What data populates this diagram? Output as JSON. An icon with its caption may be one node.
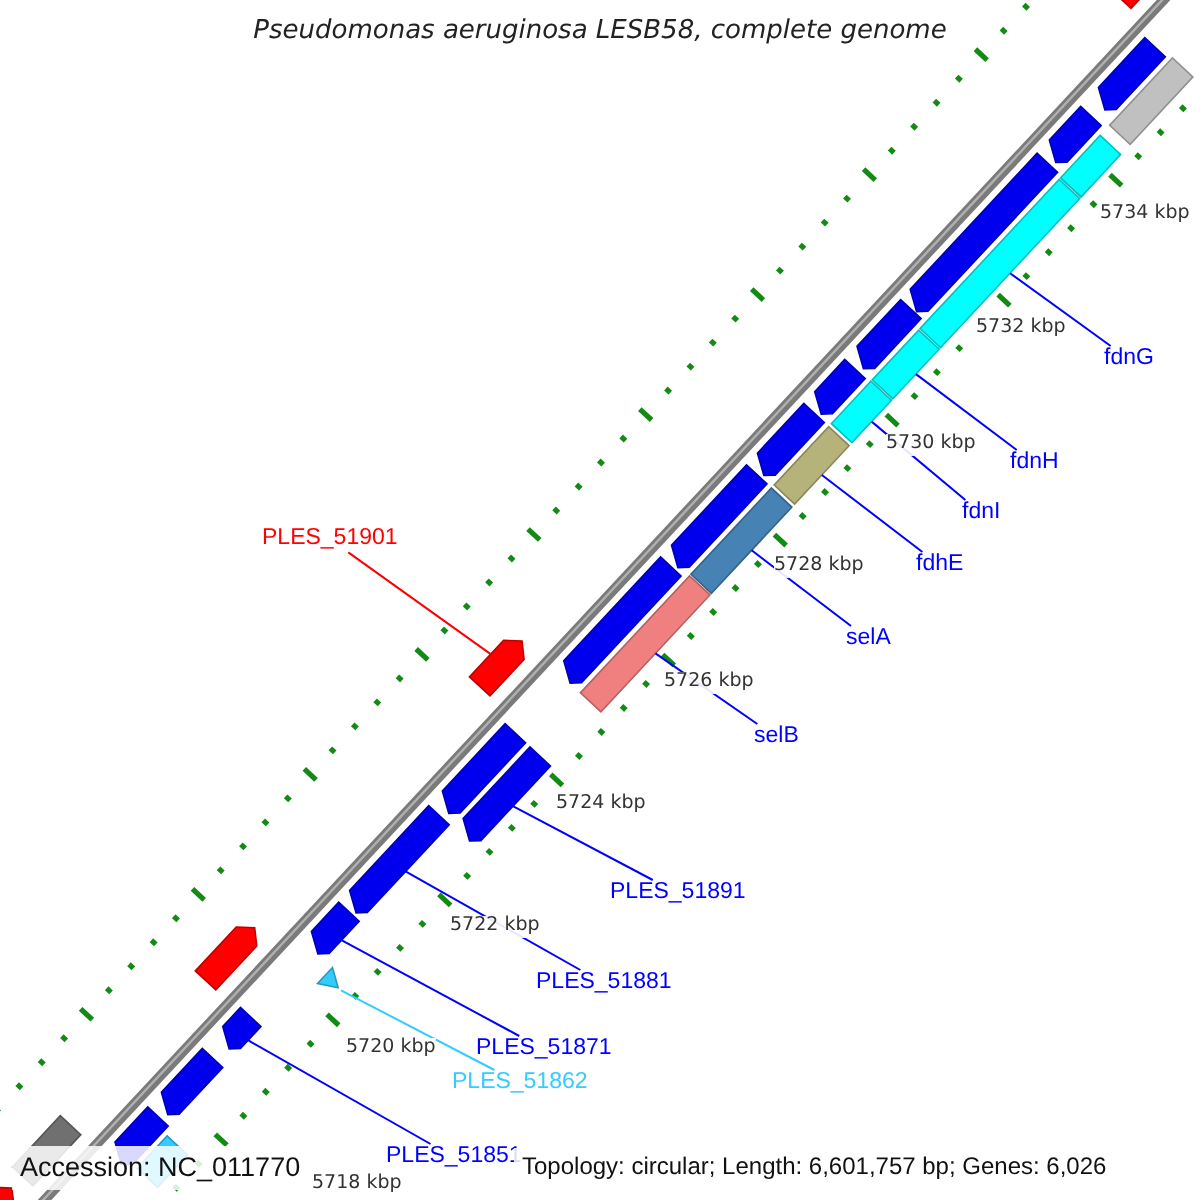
{
  "diagram": {
    "title": "Pseudomonas aeruginosa LESB58, complete genome",
    "nodes": [
      {
        "text": [
          "fdnG"
        ]
      },
      {
        "text": [
          "fdnH"
        ]
      },
      {
        "text": [
          "fdnI"
        ]
      },
      {
        "text": [
          "PLES_51901"
        ]
      },
      {
        "text": [
          "fdhE"
        ]
      },
      {
        "text": [
          "selA"
        ]
      },
      {
        "text": [
          "selB"
        ]
      },
      {
        "text": [
          "PLES_51891"
        ]
      },
      {
        "text": [
          "PLES_51881"
        ]
      },
      {
        "text": [
          "PLES_51871"
        ]
      },
      {
        "text": [
          "PLES_51862"
        ]
      },
      {
        "text": [
          "PLES_51851"
        ]
      },
      {
        "text": [],
        "shape": "pentagon"
      },
      {
        "text": [],
        "shape": "pentagon"
      },
      {
        "text": [],
        "shape": "bar"
      },
      {
        "text": [],
        "shape": "pentagon"
      },
      {
        "text": [],
        "shape": "bar"
      },
      {
        "text": [],
        "shape": "pentagon"
      },
      {
        "text": [],
        "shape": "bar"
      },
      {
        "text": [],
        "shape": "pentagon"
      },
      {
        "text": [],
        "shape": "bar"
      },
      {
        "text": [],
        "shape": "pentagon"
      },
      {
        "text": [],
        "shape": "bar"
      },
      {
        "text": [],
        "shape": "pentagon"
      },
      {
        "text": [],
        "shape": "bar"
      },
      {
        "text": [],
        "shape": "pentagon"
      },
      {
        "text": [],
        "shape": "bar"
      },
      {
        "text": [],
        "shape": "pentagon"
      },
      {
        "text": [],
        "shape": "bar"
      },
      {
        "text": [],
        "shape": "pentagon"
      },
      {
        "text": [],
        "shape": "pentagon"
      },
      {
        "text": [],
        "shape": "pentagon"
      },
      {
        "text": [],
        "shape": "pentagon"
      },
      {
        "text": [],
        "shape": "pentagon"
      },
      {
        "text": [],
        "shape": "triangle"
      },
      {
        "text": [],
        "shape": "pentagon"
      },
      {
        "text": [],
        "shape": "pentagon"
      },
      {
        "text": [],
        "shape": "pentagon"
      },
      {
        "text": [],
        "shape": "pentagon"
      },
      {
        "text": [],
        "shape": "bar"
      },
      {
        "text": [],
        "shape": "bar"
      },
      {
        "text": [],
        "shape": "pentagon"
      }
    ],
    "edges": [
      {
        "from": 0,
        "to": 18,
        "arrow": "none"
      },
      {
        "from": 1,
        "to": 20,
        "arrow": "none"
      },
      {
        "from": 2,
        "to": 22,
        "arrow": "none"
      },
      {
        "from": 3,
        "to": 29,
        "arrow": "none",
        "color": "#ff0000"
      },
      {
        "from": 4,
        "to": 24,
        "arrow": "none"
      },
      {
        "from": 5,
        "to": 26,
        "arrow": "none"
      },
      {
        "from": 6,
        "to": 28,
        "arrow": "none"
      },
      {
        "from": 7,
        "to": 31,
        "arrow": "none"
      },
      {
        "from": 8,
        "to": 32,
        "arrow": "none"
      },
      {
        "from": 9,
        "to": 33,
        "arrow": "none"
      },
      {
        "from": 10,
        "to": 34,
        "arrow": "none",
        "color": "#33ccff"
      },
      {
        "from": 11,
        "to": 36,
        "arrow": "none"
      }
    ],
    "labels": [
      "5734 kbp",
      "5732 kbp",
      "5730 kbp",
      "5728 kbp",
      "5726 kbp",
      "5724 kbp",
      "5722 kbp",
      "5720 kbp",
      "5718 kbp",
      "Accession: NC_011770",
      "Topology: circular; Length: 6,601,757 bp; Genes: 6,026"
    ]
  }
}
